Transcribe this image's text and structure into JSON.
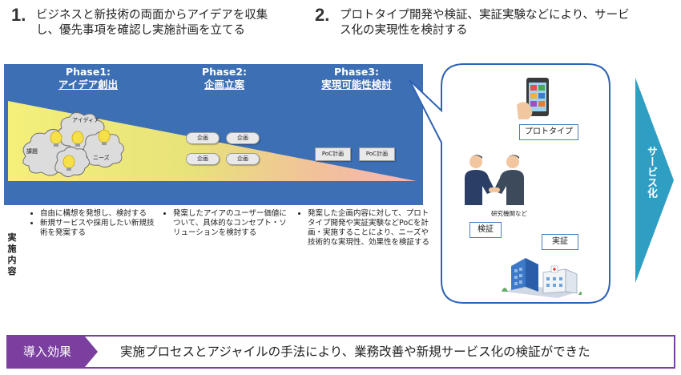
{
  "steps": [
    {
      "num": "1.",
      "text": "ビジネスと新技術の両面からアイデアを収集し、優先事項を確認し実施計画を立てる"
    },
    {
      "num": "2.",
      "text": "プロトタイプ開発や検証、実証実験などにより、サービス化の実現性を検討する"
    }
  ],
  "phases": [
    {
      "title": "Phase1:",
      "subtitle": "アイデア創出"
    },
    {
      "title": "Phase2:",
      "subtitle": "企画立案"
    },
    {
      "title": "Phase3:",
      "subtitle": "実現可能性検討"
    }
  ],
  "cloud_labels": {
    "idea": "アイディア",
    "issue": "課題",
    "needs": "ニーズ"
  },
  "plans": [
    "企画",
    "企画",
    "企画",
    "企画"
  ],
  "poc": [
    "PoC計画",
    "PoC計画"
  ],
  "impl_label": [
    "実",
    "施",
    "内",
    "容"
  ],
  "bullets": {
    "phase1": [
      "自由に構想を発想し、検討する",
      "新規サービスや採用したい新規技術を発案する"
    ],
    "phase2": [
      "発案したアイアのユーザー価値について、具体的なコンセプト・ソリューションを検討する"
    ],
    "phase3": [
      "発案した企画内容に対して、プロトタイプ開発や実証実験などPoCを計画・実施することにより、ニーズや技術的な実現性、効果性を検証する"
    ]
  },
  "bubble": {
    "prototype": "プロトタイプ",
    "research": "研究機関など",
    "verify": "検証",
    "demo": "実証"
  },
  "arrow_label": "サービス化",
  "footer": {
    "tag": "導入効果",
    "text": "実施プロセスとアジャイルの手法により、業務改善や新規サービス化の検証ができた"
  },
  "colors": {
    "phase_bg": "#3d6fb4",
    "arrow": "#2e9ec2",
    "bubble_border": "#2f63b4",
    "footer_border": "#7b3fa0"
  }
}
